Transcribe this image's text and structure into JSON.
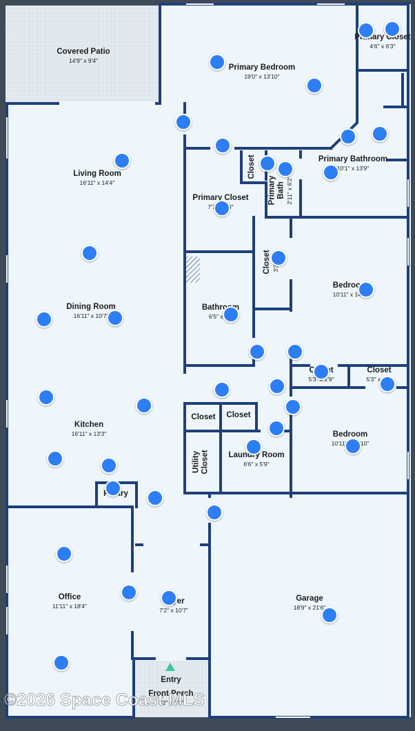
{
  "watermark": "©2026 Space Coast MLS",
  "colors": {
    "wall": "#1e3f7a",
    "floor": "#eef6fb",
    "hotspot": "#2f7ef3",
    "entry_marker": "#3ec79e"
  },
  "rooms": [
    {
      "id": "covered-patio",
      "name": "Covered Patio",
      "dims": "14'9\" x 9'4\""
    },
    {
      "id": "primary-bedroom",
      "name": "Primary Bedroom",
      "dims": "19'0\" x 13'10\""
    },
    {
      "id": "primary-closet-top",
      "name": "Primary Closet",
      "dims": "4'6\" x 6'3\""
    },
    {
      "id": "living-room",
      "name": "Living Room",
      "dims": "16'11\" x 14'4\""
    },
    {
      "id": "primary-bathroom",
      "name": "Primary Bathroom",
      "dims": "10'1\" x 13'9\""
    },
    {
      "id": "closet-small-vertical",
      "name": "Closet",
      "dims": ""
    },
    {
      "id": "primary-bath-wc",
      "name": "Primary Bath",
      "dims": "2'11\" x 6'2\""
    },
    {
      "id": "primary-closet",
      "name": "Primary Closet",
      "dims": "7'7\" x 6'3\""
    },
    {
      "id": "closet-hall",
      "name": "Closet",
      "dims": "3'3\" x 6'"
    },
    {
      "id": "bedroom-2",
      "name": "Bedroom",
      "dims": "10'11\" x 14'0\""
    },
    {
      "id": "dining-room",
      "name": "Dining Room",
      "dims": "16'11\" x 10'7\""
    },
    {
      "id": "bathroom",
      "name": "Bathroom",
      "dims": "6'5\" x 10'"
    },
    {
      "id": "closet-b2-left",
      "name": "Closet",
      "dims": "5'3\" x 1'9\""
    },
    {
      "id": "closet-b2-right",
      "name": "Closet",
      "dims": "5'3\" x 1'9\""
    },
    {
      "id": "kitchen",
      "name": "Kitchen",
      "dims": "16'11\" x 13'3\""
    },
    {
      "id": "closet-laundry-left",
      "name": "Closet",
      "dims": ""
    },
    {
      "id": "closet-laundry-right",
      "name": "Closet",
      "dims": ""
    },
    {
      "id": "bedroom-3",
      "name": "Bedroom",
      "dims": "10'11\" x 11'10\""
    },
    {
      "id": "utility-closet",
      "name": "Utility Closet",
      "dims": ""
    },
    {
      "id": "laundry-room",
      "name": "Laundry Room",
      "dims": "6'6\" x 5'9\""
    },
    {
      "id": "pantry",
      "name": "Pantry",
      "dims": ""
    },
    {
      "id": "office",
      "name": "Office",
      "dims": "11'11\" x 18'4\""
    },
    {
      "id": "foyer",
      "name": "Foyer",
      "dims": "7'2\" x 10'7\""
    },
    {
      "id": "garage",
      "name": "Garage",
      "dims": "18'9\" x 21'6\""
    },
    {
      "id": "entry",
      "name": "Entry",
      "dims": ""
    },
    {
      "id": "front-porch",
      "name": "Front Porch",
      "dims": "7'2\" x 5'5\""
    }
  ],
  "hotspot_count": 45
}
